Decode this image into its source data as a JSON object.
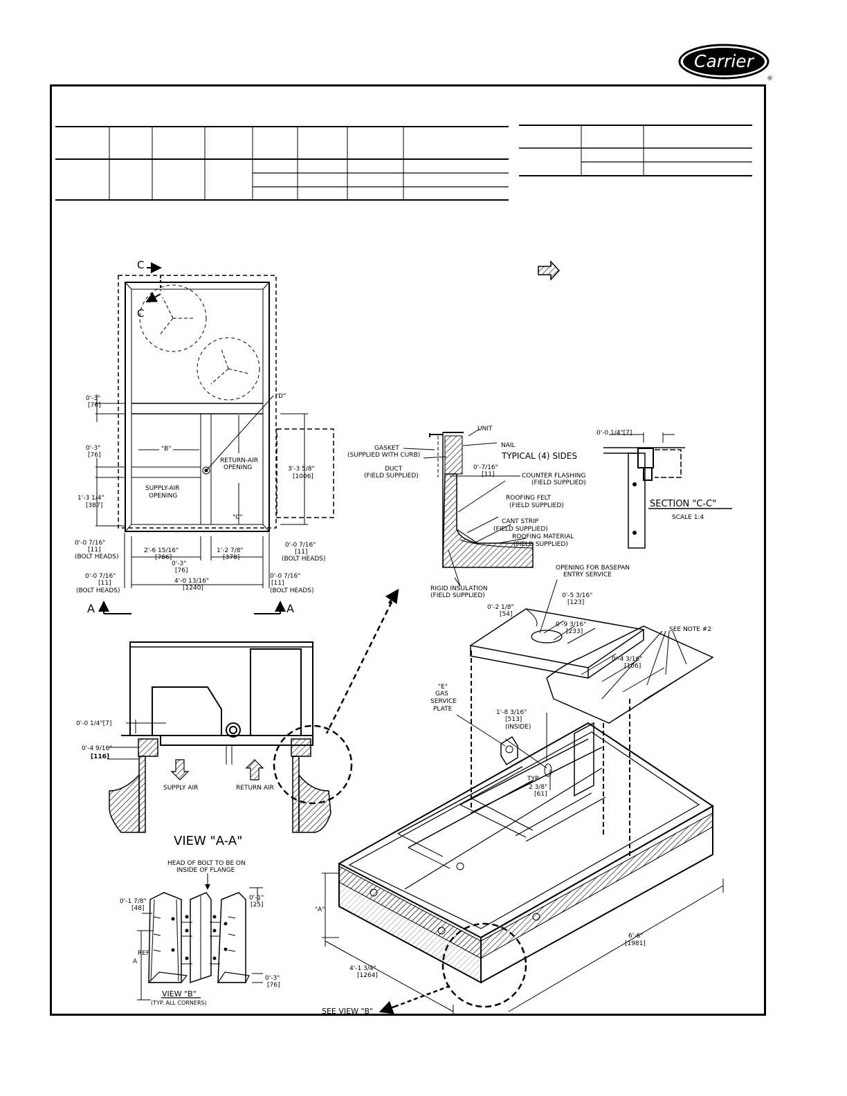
{
  "brand": {
    "name": "Carrier",
    "registered": "®"
  },
  "plan_view": {
    "section_mark": "C",
    "dims": {
      "d1": "0'-3\"",
      "d1m": "[76]",
      "d2": "0'-3\"",
      "d2m": "[76]",
      "d3": "1'-3 1/4\"",
      "d3m": "[387]",
      "d4": "3'-3 5/8\"",
      "d4m": "[1006]",
      "d5": "0'-0 7/16\"",
      "d5m": "[11]",
      "d5n": "(BOLT HEADS)",
      "d6": "2'-6 15/16\"",
      "d6m": "[786]",
      "d7": "1'-2 7/8\"",
      "d7m": "[378]",
      "d8": "0'-0 7/16\"",
      "d8m": "[11]",
      "d8n": "(BOLT HEADS)",
      "d9": "0'-3\"",
      "d9m": "[76]",
      "d10": "0'-0 7/16\"",
      "d10m": "[11]",
      "d10n": "(BOLT HEADS)",
      "d11": "4'-0 13/16\"",
      "d11m": "[1240]",
      "d12": "0'-0 7/16\"",
      "d12m": "[11]",
      "d12n": "(BOLT HEADS)"
    },
    "labels": {
      "b": "\"B\"",
      "c": "\"C\"",
      "d": "\"D\"",
      "return_air_1": "RETURN-AIR",
      "return_air_2": "OPENING",
      "supply_air_1": "SUPPLY-AIR",
      "supply_air_2": "OPENING"
    },
    "section_a": "A"
  },
  "detail_typical": {
    "unit": "UNIT",
    "nail": "NAIL",
    "typical": "TYPICAL (4) SIDES",
    "gasket_1": "GASKET",
    "gasket_2": "(SUPPLIED WITH CURB)",
    "duct_1": "DUCT",
    "duct_2": "(FIELD SUPPLIED)",
    "dim": "0'-7/16\"",
    "dim_m": "[11]",
    "counter_1": "COUNTER FLASHING",
    "counter_2": "(FIELD SUPPLIED)",
    "felt_1": "ROOFING FELT",
    "felt_2": "(FIELD SUPPLIED)",
    "cant_1": "CANT STRIP",
    "cant_2": "(FIELD SUPPLIED)",
    "material_1": "ROOFING MATERIAL",
    "material_2": "(FIELD SUPPLIED)",
    "rigid_1": "RIGID INSULATION",
    "rigid_2": "(FIELD SUPPLIED)"
  },
  "section_cc": {
    "dim": "0'-0 1/4\"[7]",
    "title": "SECTION \"C-C\"",
    "scale": "SCALE 1:4"
  },
  "view_aa": {
    "dim1": "0'-0 1/4\"[7]",
    "dim2": "0'-4 9/16\"",
    "dim2m": "[116]",
    "supply": "SUPPLY AIR",
    "return": "RETURN AIR",
    "title": "VIEW \"A-A\""
  },
  "view_b": {
    "head_1": "HEAD OF BOLT TO BE ON",
    "head_2": "INSIDE OF FLANGE",
    "dim1": "0'-1 7/8\"",
    "dim1m": "[48]",
    "dim2": "0'-1\"",
    "dim2m": "[25]",
    "a": "A",
    "ref": "REF",
    "dim3": "0'-3\"",
    "dim3m": "[76]",
    "title": "VIEW \"B\"",
    "sub": "(TYP. ALL CORNERS)"
  },
  "iso": {
    "opening_1": "OPENING FOR BASEPAN",
    "opening_2": "ENTRY SERVICE",
    "dim1": "0'-5 3/16\"",
    "dim1m": "[123]",
    "dim2": "0'-2 1/8\"",
    "dim2m": "[54]",
    "dim3": "0'-9 3/16\"",
    "dim3m": "[233]",
    "note": "SEE NOTE #2",
    "dim4": "0'-4 3/16\"",
    "dim4m": "[106]",
    "gas_1": "\"E\"",
    "gas_2": "GAS",
    "gas_3": "SERVICE",
    "gas_4": "PLATE",
    "dim5": "1'-8 3/16\"",
    "dim5m": "[513]",
    "dim5n": "(INSIDE)",
    "typ": "TYP",
    "dim6": "2 3/8\"",
    "dim6m": "[61]",
    "a": "\"A\"",
    "dim7": "4'-1 3/4\"",
    "dim7m": "[1264]",
    "dim8": "6'-6\"",
    "dim8m": "[1981]",
    "see_b": "SEE VIEW \"B\""
  }
}
